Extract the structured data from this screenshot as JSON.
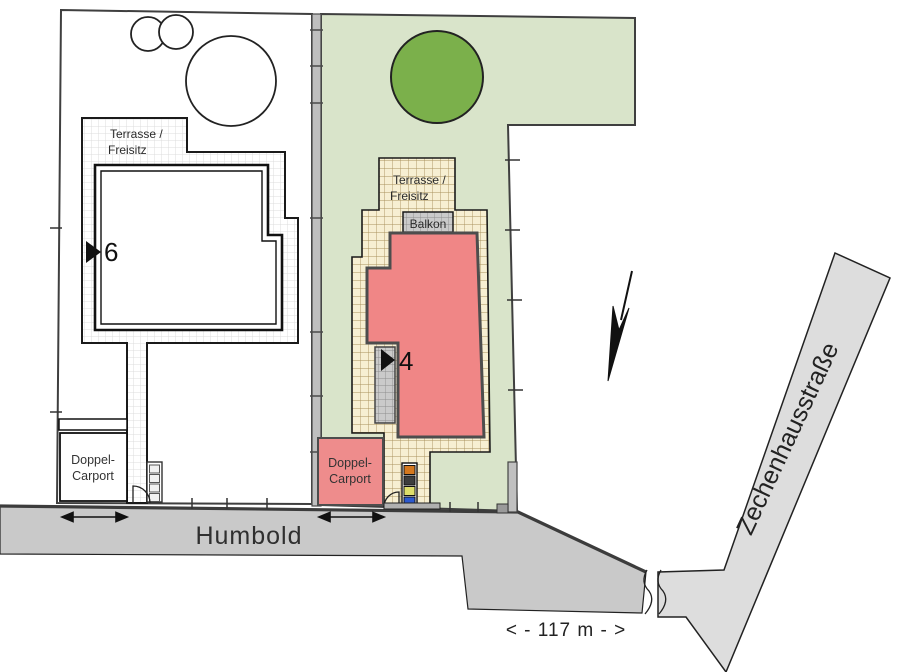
{
  "parcels": {
    "left": {
      "terrace_line1": "Terrasse /",
      "terrace_line2": "Freisitz",
      "house_number": "6",
      "carport_line1": "Doppel-",
      "carport_line2": "Carport"
    },
    "right": {
      "terrace_line1": "Terrasse /",
      "terrace_line2": "Freisitz",
      "balcony_label": "Balkon",
      "house_number": "4",
      "carport_line1": "Doppel-",
      "carport_line2": "Carport"
    }
  },
  "streets": {
    "horizontal_street": "Humbold",
    "diagonal_street": "Zechenhausstraße"
  },
  "annotations": {
    "distance": "< - 117 m - >"
  },
  "colors": {
    "parcel_green": "#d9e4ca",
    "tree_green": "#7bb04b",
    "building_red": "#f08686",
    "carport_red": "#ee8c8c",
    "street_gray": "#c9c9c9",
    "street_light_gray": "#dddddd",
    "fence_gray": "#bfbfbf",
    "terrace_cream": "#f7efd2",
    "balcony_gray": "#cacaca",
    "marker_orange": "#d4781e",
    "marker_black": "#3d3d3d",
    "marker_yellow": "#dede6a",
    "marker_blue": "#2c59cf"
  }
}
